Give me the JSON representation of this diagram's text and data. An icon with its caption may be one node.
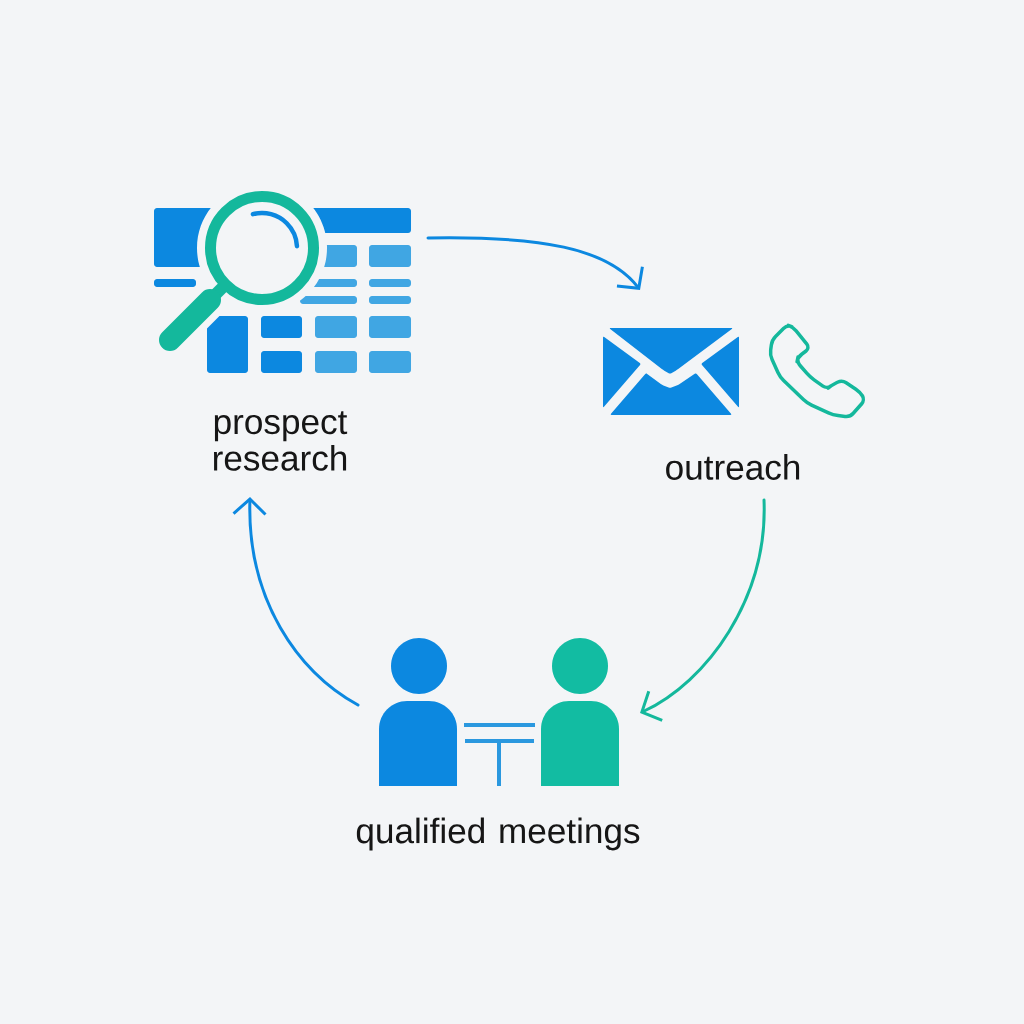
{
  "diagram": {
    "nodes": [
      {
        "text": [
          "prospect research"
        ]
      },
      {
        "text": [
          "outreach"
        ]
      },
      {
        "text": [
          "qualified meetings"
        ]
      }
    ],
    "edges": [
      {
        "from": 0,
        "to": 1,
        "arrow": "to"
      },
      {
        "from": 1,
        "to": 2,
        "arrow": "to",
        "color": "#14b89c"
      },
      {
        "from": 2,
        "to": 0,
        "arrow": "to"
      }
    ]
  }
}
